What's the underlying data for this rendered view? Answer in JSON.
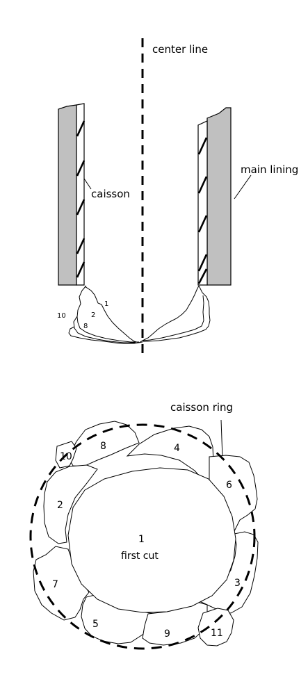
{
  "section_view": {
    "labels": {
      "center_line": "center line",
      "main_lining": "main lining",
      "caisson": "caisson"
    },
    "cut_numbers": [
      "1",
      "2",
      "8",
      "10"
    ]
  },
  "plan_view": {
    "labels": {
      "caisson_ring": "caisson ring",
      "first_cut": "first cut"
    },
    "cut_numbers": {
      "c1": "1",
      "c2": "2",
      "c3": "3",
      "c4": "4",
      "c5": "5",
      "c6": "6",
      "c7": "7",
      "c8": "8",
      "c9": "9",
      "c10": "10",
      "c11": "11"
    }
  },
  "colors": {
    "lining_fill": "#c0c0c0",
    "ink": "#000000"
  }
}
